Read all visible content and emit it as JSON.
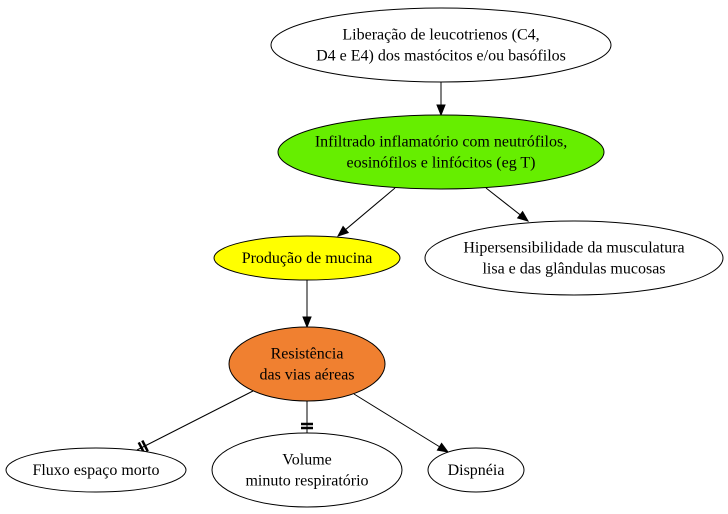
{
  "nodes": {
    "leucotrienos": {
      "lines": [
        "Liberação de leucotrienos (C4,",
        "D4 e E4) dos mastócitos e/ou basófilos"
      ],
      "fill": "#ffffff"
    },
    "infiltrado": {
      "lines": [
        "Infiltrado inflamatório com neutrófilos,",
        "eosinófilos e linfócitos (eg T)"
      ],
      "fill": "#66ee00"
    },
    "mucina": {
      "lines": [
        "Produção de mucina"
      ],
      "fill": "#ffff00"
    },
    "hipersensibilidade": {
      "lines": [
        "Hipersensibilidade da musculatura",
        "lisa e das glândulas mucosas"
      ],
      "fill": "#ffffff"
    },
    "resistencia": {
      "lines": [
        "Resistência",
        "das vias aéreas"
      ],
      "fill": "#f08030"
    },
    "fluxo": {
      "lines": [
        "Fluxo espaço morto"
      ],
      "fill": "#ffffff"
    },
    "volume": {
      "lines": [
        "Volume",
        "minuto respiratório"
      ],
      "fill": "#ffffff"
    },
    "dispneia": {
      "lines": [
        "Dispnéia"
      ],
      "fill": "#ffffff"
    }
  },
  "edges": [
    {
      "from": "leucotrienos",
      "to": "infiltrado",
      "head": "arrow"
    },
    {
      "from": "infiltrado",
      "to": "mucina",
      "head": "arrow"
    },
    {
      "from": "infiltrado",
      "to": "hipersensibilidade",
      "head": "arrow"
    },
    {
      "from": "mucina",
      "to": "resistencia",
      "head": "arrow"
    },
    {
      "from": "resistencia",
      "to": "fluxo",
      "head": "tee"
    },
    {
      "from": "resistencia",
      "to": "volume",
      "head": "tee"
    },
    {
      "from": "resistencia",
      "to": "dispneia",
      "head": "arrow"
    }
  ]
}
